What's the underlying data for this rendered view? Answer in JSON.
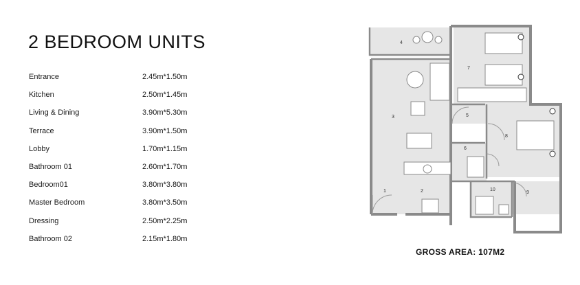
{
  "title": "2 BEDROOM UNITS",
  "rooms": [
    {
      "name": "Entrance",
      "dim": "2.45m*1.50m"
    },
    {
      "name": "Kitchen",
      "dim": "2.50m*1.45m"
    },
    {
      "name": "Living & Dining",
      "dim": "3.90m*5.30m"
    },
    {
      "name": "Terrace",
      "dim": "3.90m*1.50m"
    },
    {
      "name": "Lobby",
      "dim": "1.70m*1.15m"
    },
    {
      "name": "Bathroom 01",
      "dim": "2.60m*1.70m"
    },
    {
      "name": "Bedroom01",
      "dim": "3.80m*3.80m"
    },
    {
      "name": "Master Bedroom",
      "dim": "3.80m*3.50m"
    },
    {
      "name": "Dressing",
      "dim": "2.50m*2.25m"
    },
    {
      "name": "Bathroom 02",
      "dim": "2.15m*1.80m"
    }
  ],
  "plan": {
    "room_numbers": [
      "1",
      "2",
      "3",
      "4",
      "5",
      "6",
      "7",
      "8",
      "9",
      "10"
    ],
    "gross_area": "GROSS AREA: 107M2"
  },
  "colors": {
    "room_fill": "#e6e6e6",
    "wall": "#8a8a8a",
    "text": "#1a1a1a"
  }
}
